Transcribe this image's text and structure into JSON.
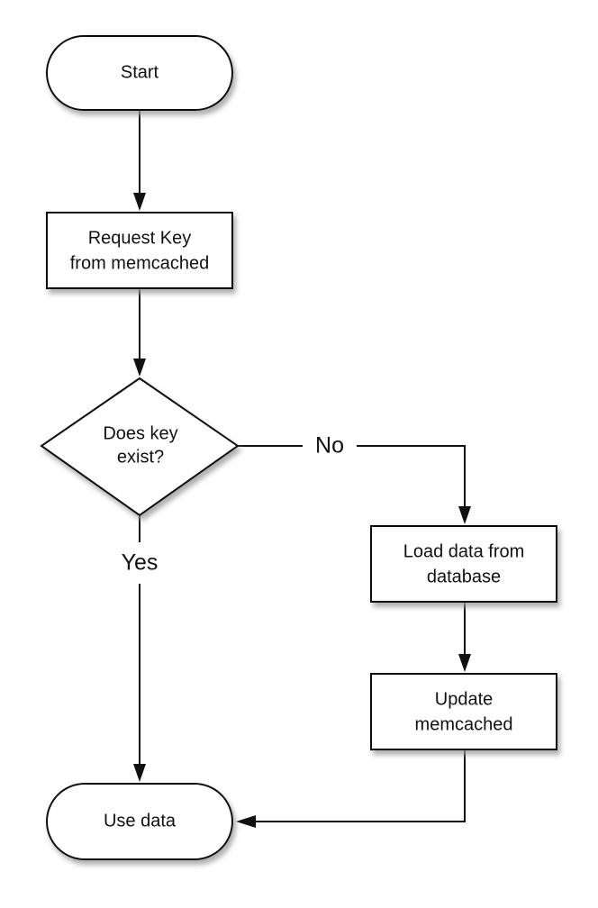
{
  "nodes": {
    "start": {
      "line1": "Start"
    },
    "request": {
      "line1": "Request Key",
      "line2": "from memcached"
    },
    "decision": {
      "line1": "Does key",
      "line2": "exist?"
    },
    "load": {
      "line1": "Load data from",
      "line2": "database"
    },
    "update": {
      "line1": "Update",
      "line2": "memcached"
    },
    "use": {
      "line1": "Use data"
    }
  },
  "edges": {
    "no_label": "No",
    "yes_label": "Yes"
  },
  "colors": {
    "stroke": "#111111",
    "fill": "#ffffff",
    "shadow": "#9a9a9a"
  }
}
